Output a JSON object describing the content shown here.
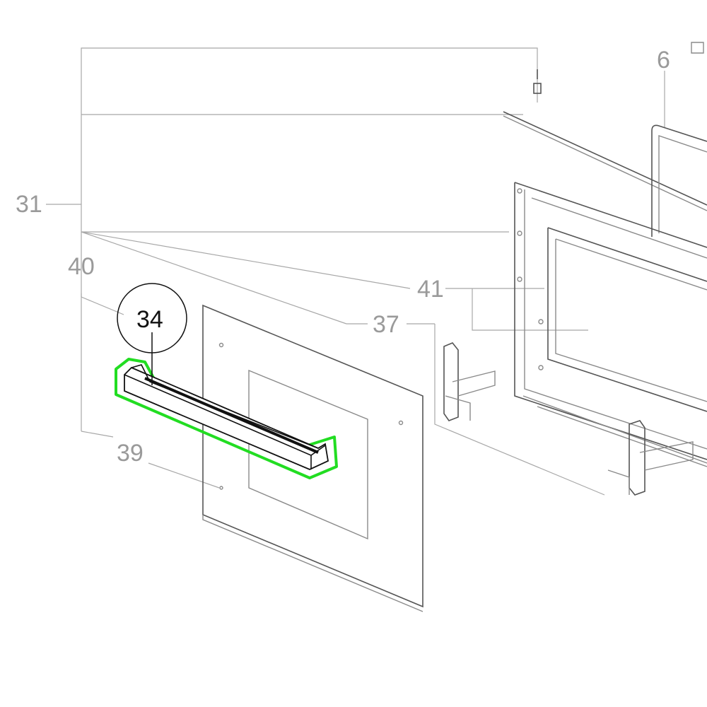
{
  "diagram": {
    "callouts": {
      "c31": "31",
      "c40": "40",
      "c34": "34",
      "c39": "39",
      "c37": "37",
      "c41": "41",
      "c6": "6"
    },
    "highlight_color": "#22dd22",
    "highlighted_part": "34"
  }
}
